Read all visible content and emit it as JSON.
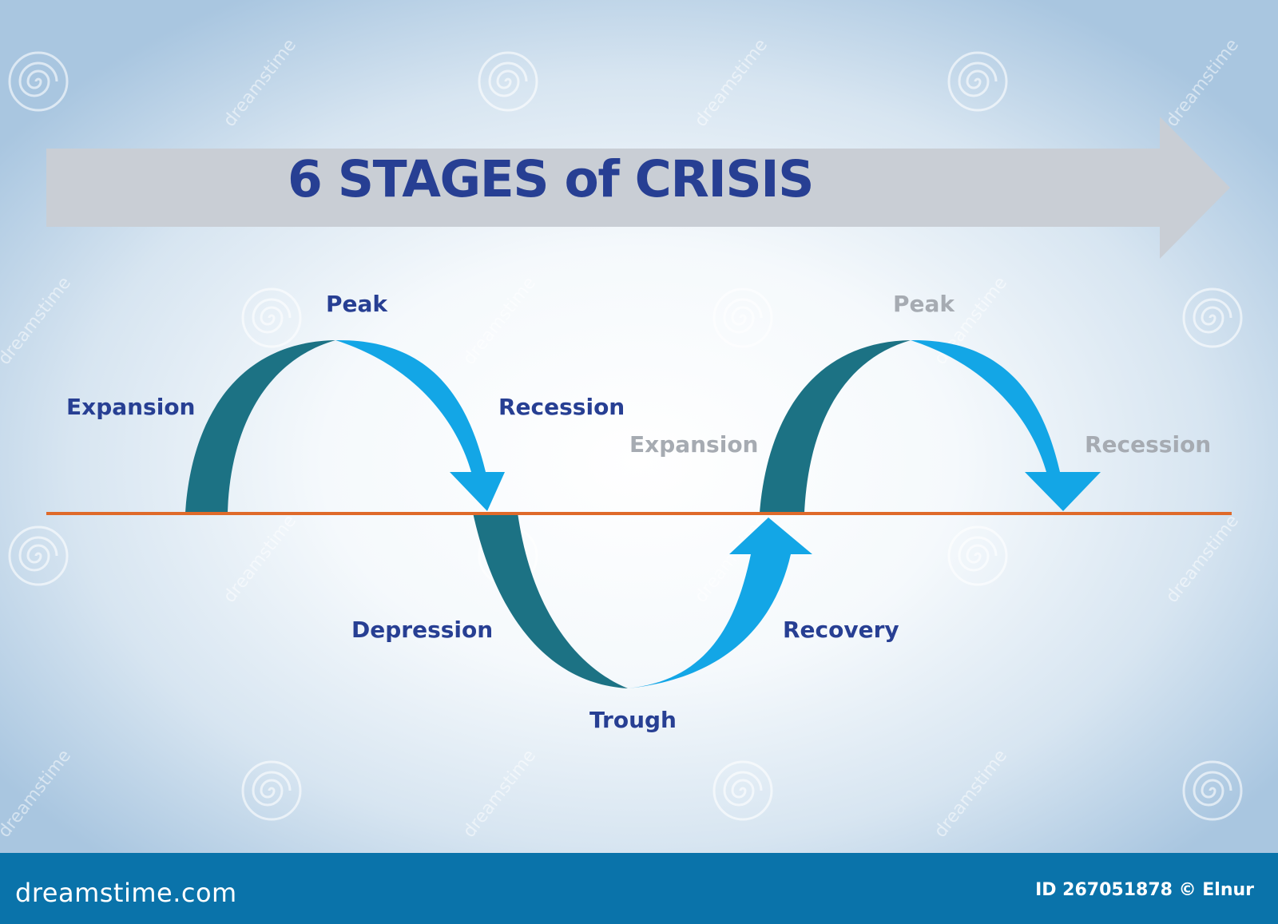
{
  "title": "6 STAGES of CRISIS",
  "stages": {
    "peak_1": "Peak",
    "expansion_1": "Expansion",
    "recession_1": "Recession",
    "depression": "Depression",
    "trough": "Trough",
    "recovery": "Recovery",
    "expansion_2": "Expansion",
    "peak_2": "Peak",
    "recession_2": "Recession"
  },
  "footer": {
    "brand": "dreamstime.com",
    "stock_id": "ID 267051878 © Elnur"
  },
  "watermark_text": "dreamstime",
  "colors": {
    "title_text": "#273f93",
    "label_text": "#273f93",
    "faded_label_text": "#a6abb2",
    "banner_arrow": "#c9ced5",
    "rising_arrow": "#1c7284",
    "falling_arrow": "#13a6e6",
    "baseline": "#df6a2a",
    "footer_bar": "#0a73aa"
  },
  "icons": {
    "banner": "right-arrow",
    "watermark": "spiral-icon"
  }
}
